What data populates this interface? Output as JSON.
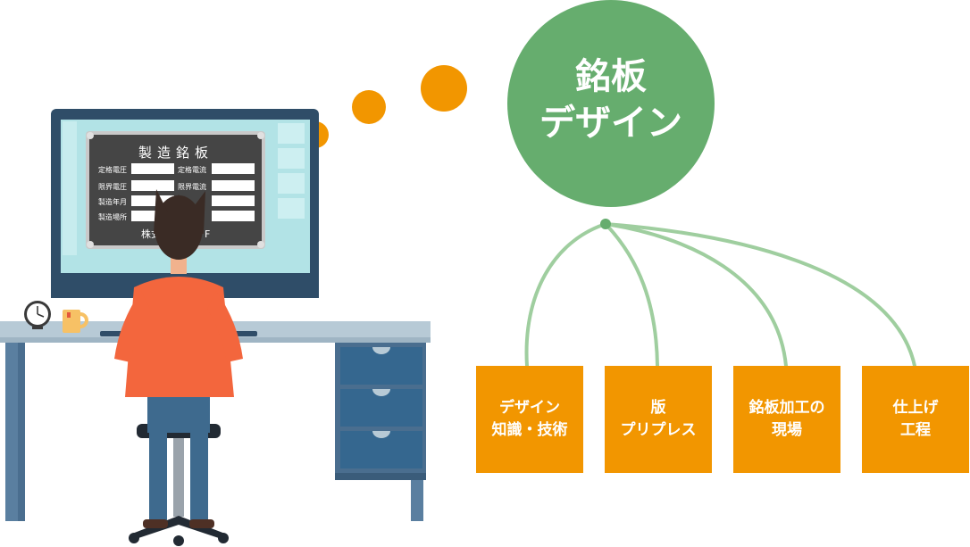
{
  "colors": {
    "green": "#66ad6e",
    "green_line": "#9fce9f",
    "orange": "#f29600",
    "monitor_frame": "#2f4d68",
    "screen_bg": "#b2e3e6",
    "plate": "#454545",
    "desk_top": "#b7cad6",
    "desk_leg": "#5a7fa0",
    "drawer": "#35678f",
    "shirt": "#f3663d",
    "pants": "#3e6a8e",
    "hair": "#3a2b25"
  },
  "plate": {
    "title": "製造銘板",
    "rows": [
      {
        "left": "定格電圧",
        "right": "定格電流"
      },
      {
        "left": "限界電圧",
        "right": "限界電流"
      },
      {
        "left": "製造年月",
        "right": ""
      },
      {
        "left": "製造場所",
        "right": ""
      }
    ],
    "footer_left": "株式",
    "footer_right": "F"
  },
  "center": {
    "line1": "銘板",
    "line2": "デザイン"
  },
  "boxes": [
    {
      "line1": "デザイン",
      "line2": "知識・技術"
    },
    {
      "line1": "版",
      "line2": "プリプレス"
    },
    {
      "line1": "銘板加工の",
      "line2": "現場"
    },
    {
      "line1": "仕上げ",
      "line2": "工程"
    }
  ],
  "icons": [
    "clock-icon",
    "mug-icon",
    "thought-bubble-icon"
  ]
}
